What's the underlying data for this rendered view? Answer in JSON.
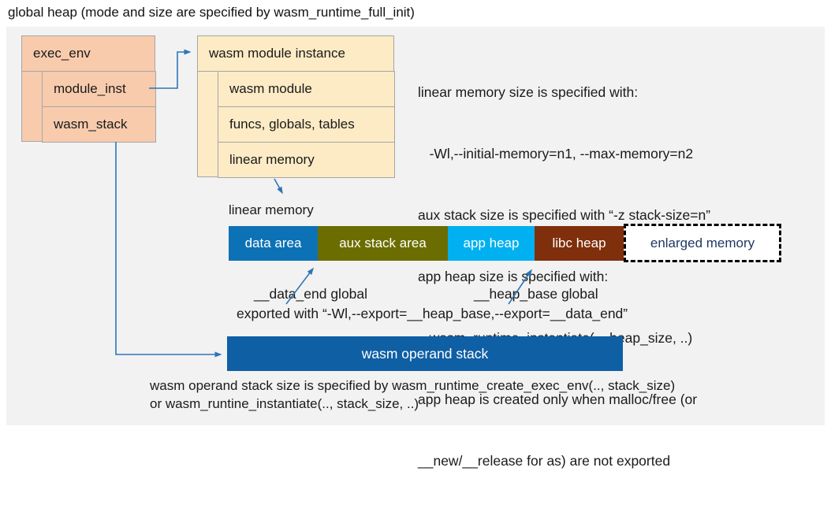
{
  "title": "global heap (mode and size are specified by wasm_runtime_full_init)",
  "exec_env": {
    "header": "exec_env",
    "rows": [
      "module_inst",
      "wasm_stack"
    ]
  },
  "module_instance": {
    "header": "wasm module instance",
    "rows": [
      "wasm module",
      "funcs, globals, tables",
      "linear memory"
    ]
  },
  "notes_right": {
    "lines": [
      "linear memory size is specified with:",
      "   -Wl,--initial-memory=n1, --max-memory=n2",
      "aux stack size is specified with “-z stack-size=n”",
      "app heap size is specified with:",
      "   wasm_runtime_instantiate(.., heap_size, ..)",
      "app heap is created only when malloc/free (or",
      "__new/__release for as) are not exported"
    ]
  },
  "linear_memory": {
    "label": "linear memory",
    "segments": [
      {
        "label": "data area",
        "color": "#0D72B5"
      },
      {
        "label": "aux stack area",
        "color": "#6B6D00"
      },
      {
        "label": "app heap",
        "color": "#00B0F0"
      },
      {
        "label": "libc heap",
        "color": "#7F2F0C"
      },
      {
        "label": "enlarged memory",
        "color": "#FFFFFF",
        "border": "dashed-black",
        "text_color": "#1F3864"
      }
    ]
  },
  "annotations": {
    "data_end_label": "__data_end global",
    "heap_base_label": "__heap_base global",
    "exported_line": "exported with “-Wl,--export=__heap_base,--export=__data_end”"
  },
  "operand_stack": {
    "label": "wasm operand stack",
    "note_line1": "wasm operand stack size is specified by wasm_runtime_create_exec_env(.., stack_size)",
    "note_line2": "or wasm_runtine_instantiate(.., stack_size, ..)"
  },
  "colors": {
    "diagram_background": "#F2F2F2",
    "exec_env_box": "#F8CBAD",
    "module_instance_box": "#FCEBC5",
    "box_border": "#A6A6A6",
    "connector_blue": "#2E75B6",
    "data_area": "#0D72B5",
    "aux_stack_area": "#6B6D00",
    "app_heap": "#00B0F0",
    "libc_heap": "#7F2F0C",
    "operand_stack_bar": "#0F5FA5",
    "enlarged_memory_text": "#1F3864"
  }
}
